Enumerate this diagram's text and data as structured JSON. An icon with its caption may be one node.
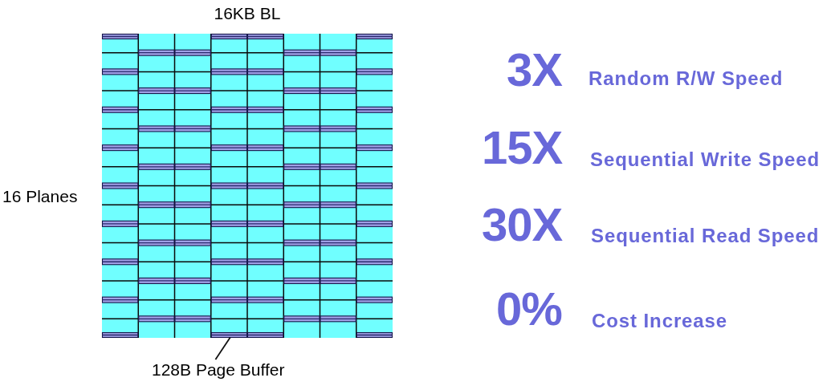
{
  "diagram": {
    "nodes": [
      {
        "text": [],
        "shape": "bar"
      },
      {
        "text": [
          "128B Page Buffer"
        ]
      }
    ],
    "edges": [
      {
        "from": 1,
        "to": 0,
        "arrow": "none"
      }
    ],
    "labels": [
      "16KB BL",
      "16 Planes",
      "3X",
      "Random R/W Speed",
      "15X",
      "Sequential Write Speed",
      "30X",
      "Sequential Read Speed",
      "0%",
      "Cost Increase"
    ]
  }
}
